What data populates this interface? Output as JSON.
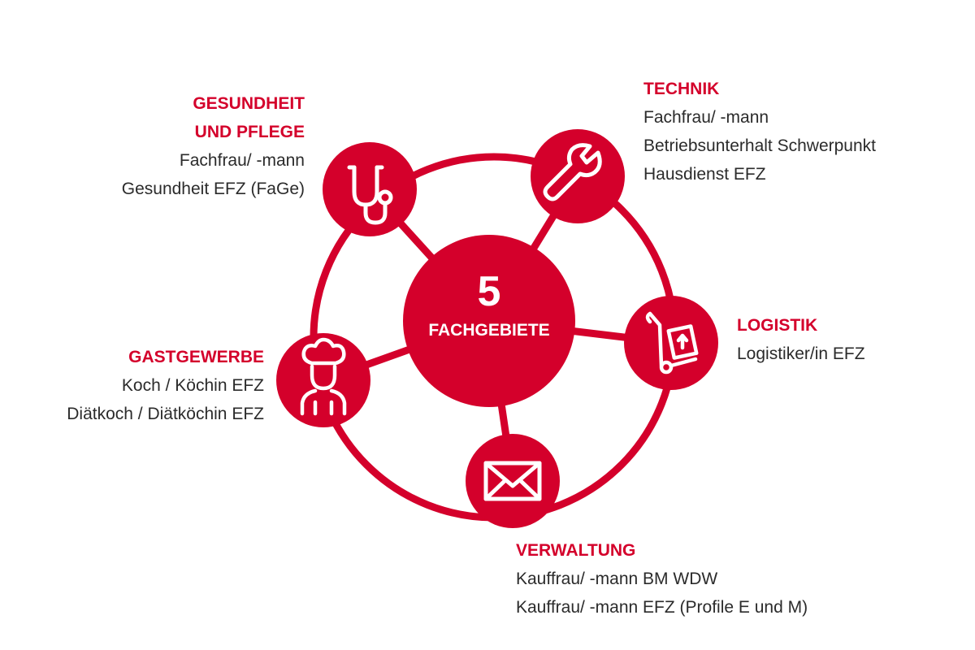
{
  "colors": {
    "accent": "#d4002b",
    "text": "#2b2b2b",
    "icon": "#ffffff"
  },
  "center": {
    "number": "5",
    "label": "FACHGEBIETE"
  },
  "areas": [
    {
      "id": "gesundheit",
      "icon": "stethoscope-icon",
      "title_lines": [
        "GESUNDHEIT",
        "UND PFLEGE"
      ],
      "lines": [
        "Fachfrau/ -mann",
        "Gesundheit EFZ (FaGe)"
      ]
    },
    {
      "id": "technik",
      "icon": "wrench-icon",
      "title_lines": [
        "TECHNIK"
      ],
      "lines": [
        "Fachfrau/ -mann",
        "Betriebsunterhalt Schwerpunkt",
        "Hausdienst EFZ"
      ]
    },
    {
      "id": "logistik",
      "icon": "hand-truck-icon",
      "title_lines": [
        "LOGISTIK"
      ],
      "lines": [
        "Logistiker/in EFZ"
      ]
    },
    {
      "id": "verwaltung",
      "icon": "envelope-icon",
      "title_lines": [
        "VERWALTUNG"
      ],
      "lines": [
        "Kauffrau/ -mann BM WDW",
        "Kauffrau/ -mann EFZ (Profile E und M)"
      ]
    },
    {
      "id": "gastgewerbe",
      "icon": "chef-icon",
      "title_lines": [
        "GASTGEWERBE"
      ],
      "lines": [
        "Koch / Köchin EFZ",
        "Diätkoch / Diätköchin EFZ"
      ]
    }
  ]
}
